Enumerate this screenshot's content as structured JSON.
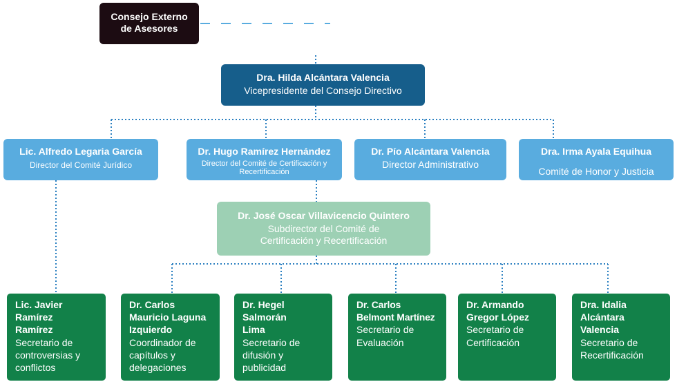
{
  "advisory_board": {
    "line1": "Consejo Externo",
    "line2": "de Asesores"
  },
  "vice_president": {
    "name": "Dra. Hilda Alcántara Valencia",
    "role": "Vicepresidente del Consejo Directivo"
  },
  "directors": [
    {
      "name": "Lic. Alfredo Legaria García",
      "role": "Director del Comité Jurídico"
    },
    {
      "name": "Dr. Hugo Ramírez Hernández",
      "role": "Director del Comité de Certificación y Recertificación"
    },
    {
      "name": "Dr. Pío Alcántara Valencia",
      "role": "Director Administrativo"
    },
    {
      "name": "Dra. Irma Ayala Equihua",
      "role": "Comité de Honor y Justicia"
    }
  ],
  "subdirector": {
    "name": "Dr. José Oscar Villavicencio Quintero",
    "role": "Subdirector del Comité de Certificación y Recertificación"
  },
  "secretaries": [
    {
      "name": "Lic. Javier Ramírez Ramírez",
      "role": "Secretario de controversias y conflictos"
    },
    {
      "name": "Dr. Carlos Mauricio Laguna Izquierdo",
      "role": "Coordinador de capítulos y delegaciones"
    },
    {
      "name": "Dr. Hegel Salmorán Lima",
      "role": "Secretario de difusión y publicidad"
    },
    {
      "name": "Dr. Carlos Belmont Martínez",
      "role": "Secretario de Evaluación"
    },
    {
      "name": "Dr. Armando Gregor López",
      "role": "Secretario de Certificación"
    },
    {
      "name": "Dra. Idalia Alcántara Valencia",
      "role": "Secretario de Recertificación"
    }
  ],
  "colors": {
    "advisory": "#1c0c12",
    "vice_president": "#165e8b",
    "directors": "#59acdf",
    "subdirector": "#9dd0b4",
    "secretaries": "#128149",
    "connector": "#2a7fc0"
  }
}
